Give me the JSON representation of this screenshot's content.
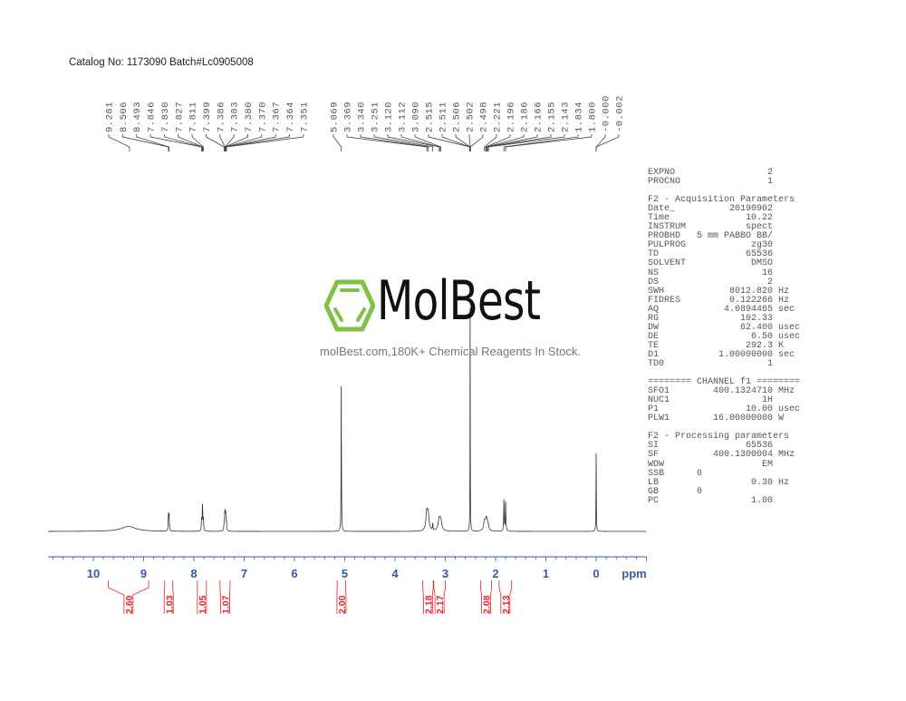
{
  "header": {
    "catalog": "Catalog No: 1173090 Batch#Lc0905008"
  },
  "watermark": {
    "brand": "MolBest",
    "tagline": "molBest.com,180K+ Chemical Reagents In Stock.",
    "brand_color": "#7dc242"
  },
  "params": [
    {
      "k": "EXPNO",
      "v": "2"
    },
    {
      "k": "PROCNO",
      "v": "1"
    },
    {
      "blank": true
    },
    {
      "header": "F2 - Acquisition Parameters"
    },
    {
      "k": "Date_",
      "v": "20190902"
    },
    {
      "k": "Time",
      "v": "10.22"
    },
    {
      "k": "INSTRUM",
      "v": "spect"
    },
    {
      "k": "PROBHD",
      "v": "5 mm PABBO BB/"
    },
    {
      "k": "PULPROG",
      "v": "zg30"
    },
    {
      "k": "TD",
      "v": "65536"
    },
    {
      "k": "SOLVENT",
      "v": "DMSO"
    },
    {
      "k": "NS",
      "v": "16"
    },
    {
      "k": "DS",
      "v": "2"
    },
    {
      "k": "SWH",
      "v": "8012.820",
      "u": "Hz"
    },
    {
      "k": "FIDRES",
      "v": "0.122266",
      "u": "Hz"
    },
    {
      "k": "AQ",
      "v": "4.0894465",
      "u": "sec"
    },
    {
      "k": "RG",
      "v": "102.33"
    },
    {
      "k": "DW",
      "v": "62.400",
      "u": "usec"
    },
    {
      "k": "DE",
      "v": "6.50",
      "u": "usec"
    },
    {
      "k": "TE",
      "v": "292.3",
      "u": "K"
    },
    {
      "k": "D1",
      "v": "1.00000000",
      "u": "sec"
    },
    {
      "k": "TD0",
      "v": "1"
    },
    {
      "blank": true
    },
    {
      "header": "======== CHANNEL f1 ========"
    },
    {
      "k": "SFO1",
      "v": "400.1324710",
      "u": "MHz"
    },
    {
      "k": "NUC1",
      "v": "1H"
    },
    {
      "k": "P1",
      "v": "10.00",
      "u": "usec"
    },
    {
      "k": "PLW1",
      "v": "16.00000000",
      "u": "W"
    },
    {
      "blank": true
    },
    {
      "header": "F2 - Processing parameters"
    },
    {
      "k": "SI",
      "v": "65536"
    },
    {
      "k": "SF",
      "v": "400.1300004",
      "u": "MHz"
    },
    {
      "k": "WDW",
      "v": "EM"
    },
    {
      "k": "SSB",
      "v": "0",
      "left": true
    },
    {
      "k": "LB",
      "v": "0.30",
      "u": "Hz"
    },
    {
      "k": "GB",
      "v": "0",
      "left": true
    },
    {
      "k": "PC",
      "v": "1.00"
    }
  ],
  "chart_data": {
    "type": "line",
    "xlabel": "ppm",
    "xlim": [
      10.9,
      -1.0
    ],
    "xticks": [
      10,
      9,
      8,
      7,
      6,
      5,
      4,
      3,
      2,
      1,
      0
    ],
    "axis_color": "#3a5aa8",
    "integral_color": "#e8202a",
    "peak_labels_group1": [
      "9.281",
      "8.506",
      "8.493",
      "7.846",
      "7.830",
      "7.827",
      "7.811",
      "7.399",
      "7.386",
      "7.383",
      "7.380",
      "7.370",
      "7.367",
      "7.364",
      "7.351"
    ],
    "peak_labels_group2": [
      "5.069",
      "3.369",
      "3.340",
      "3.251",
      "3.120",
      "3.112",
      "3.090",
      "2.515",
      "2.511",
      "2.506",
      "2.502",
      "2.498",
      "2.221",
      "2.196",
      "2.186",
      "2.166",
      "2.155",
      "2.143",
      "1.834",
      "1.800",
      "-0.000",
      "-0.002"
    ],
    "peaks": [
      {
        "ppm": 9.3,
        "intensity": 2.2,
        "width": 0.18
      },
      {
        "ppm": 8.506,
        "intensity": 7,
        "width": 0.006
      },
      {
        "ppm": 8.493,
        "intensity": 7,
        "width": 0.006
      },
      {
        "ppm": 7.846,
        "intensity": 5,
        "width": 0.006
      },
      {
        "ppm": 7.83,
        "intensity": 6,
        "width": 0.006
      },
      {
        "ppm": 7.827,
        "intensity": 6,
        "width": 0.006
      },
      {
        "ppm": 7.811,
        "intensity": 5,
        "width": 0.006
      },
      {
        "ppm": 7.399,
        "intensity": 3,
        "width": 0.006
      },
      {
        "ppm": 7.386,
        "intensity": 5,
        "width": 0.006
      },
      {
        "ppm": 7.38,
        "intensity": 5,
        "width": 0.006
      },
      {
        "ppm": 7.37,
        "intensity": 5,
        "width": 0.006
      },
      {
        "ppm": 7.364,
        "intensity": 4,
        "width": 0.006
      },
      {
        "ppm": 7.351,
        "intensity": 3,
        "width": 0.006
      },
      {
        "ppm": 5.069,
        "intensity": 69,
        "width": 0.004
      },
      {
        "ppm": 3.369,
        "intensity": 8,
        "width": 0.02
      },
      {
        "ppm": 3.34,
        "intensity": 7,
        "width": 0.02
      },
      {
        "ppm": 3.251,
        "intensity": 3,
        "width": 0.006
      },
      {
        "ppm": 3.12,
        "intensity": 5,
        "width": 0.025
      },
      {
        "ppm": 3.09,
        "intensity": 4,
        "width": 0.025
      },
      {
        "ppm": 2.506,
        "intensity": 100,
        "width": 0.003
      },
      {
        "ppm": 2.221,
        "intensity": 4,
        "width": 0.02
      },
      {
        "ppm": 2.186,
        "intensity": 5,
        "width": 0.02
      },
      {
        "ppm": 2.155,
        "intensity": 3,
        "width": 0.02
      },
      {
        "ppm": 1.834,
        "intensity": 14,
        "width": 0.006
      },
      {
        "ppm": 1.8,
        "intensity": 13,
        "width": 0.006
      },
      {
        "ppm": 0.0,
        "intensity": 35,
        "width": 0.004
      }
    ],
    "integrals": [
      {
        "from": 9.7,
        "to": 8.9,
        "value": "2.60"
      },
      {
        "from": 8.58,
        "to": 8.42,
        "value": "1.03"
      },
      {
        "from": 7.93,
        "to": 7.75,
        "value": "1.05"
      },
      {
        "from": 7.48,
        "to": 7.28,
        "value": "1.07"
      },
      {
        "from": 5.15,
        "to": 4.98,
        "value": "2.00"
      },
      {
        "from": 3.45,
        "to": 3.24,
        "value": "2.18"
      },
      {
        "from": 3.23,
        "to": 3.0,
        "value": "2.17"
      },
      {
        "from": 2.3,
        "to": 2.08,
        "value": "2.08"
      },
      {
        "from": 1.93,
        "to": 1.68,
        "value": "2.13"
      }
    ]
  }
}
